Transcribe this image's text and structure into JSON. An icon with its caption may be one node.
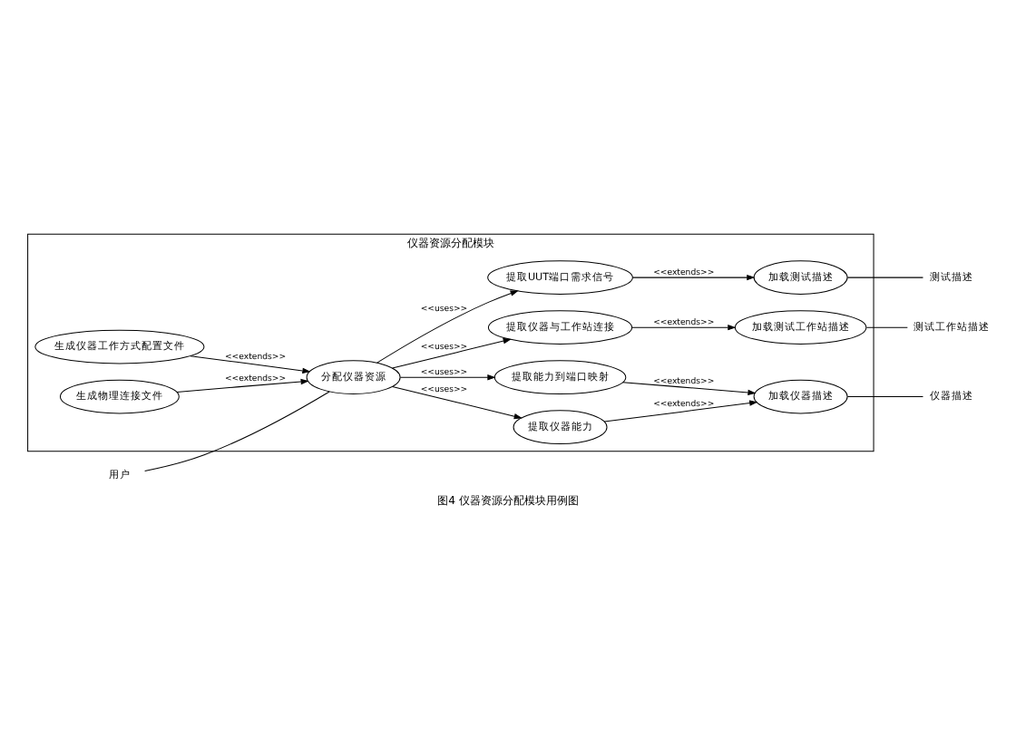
{
  "diagram": {
    "caption": "图4 仪器资源分配模块用例图",
    "nodes": [
      {
        "text": [
          "仪器资源分配模块"
        ]
      },
      {
        "text": [
          "用户"
        ]
      },
      {
        "text": [
          "分配仪器资源"
        ],
        "in": 0
      },
      {
        "text": [
          "提取UUT端口需求信号"
        ],
        "in": 0
      },
      {
        "text": [
          "加载测试描述"
        ],
        "in": 0
      },
      {
        "text": [
          "测试描述"
        ]
      },
      {
        "text": [
          "提取仪器与工作站连接"
        ],
        "in": 0
      },
      {
        "text": [
          "加载测试工作站描述"
        ],
        "in": 0
      },
      {
        "text": [
          "测试工作站描述"
        ]
      },
      {
        "text": [
          "提取仪器能力"
        ],
        "in": 0
      },
      {
        "text": [
          "加载仪器描述"
        ],
        "in": 0
      },
      {
        "text": [
          "仪器描述"
        ]
      },
      {
        "text": [
          "提取能力到端口映射"
        ],
        "in": 0
      },
      {
        "text": [
          "生成仪器工作方式配置文件"
        ],
        "in": 0
      },
      {
        "text": [
          "生成物理连接文件"
        ],
        "in": 0
      }
    ],
    "edges": [
      {
        "from": 1,
        "to": 2,
        "arrow": "none"
      },
      {
        "from": 2,
        "to": 3,
        "arrow": "to",
        "label": "<<uses>>"
      },
      {
        "from": 2,
        "to": 6,
        "arrow": "to",
        "label": "<<uses>>"
      },
      {
        "from": 2,
        "to": 9,
        "arrow": "to",
        "label": "<<uses>>"
      },
      {
        "from": 2,
        "to": 12,
        "arrow": "to",
        "label": "<<uses>>"
      },
      {
        "from": 13,
        "to": 2,
        "arrow": "to",
        "label": "<<extends>>"
      },
      {
        "from": 14,
        "to": 2,
        "arrow": "to",
        "label": "<<extends>>"
      },
      {
        "from": 3,
        "to": 4,
        "arrow": "to",
        "label": "<<extends>>"
      },
      {
        "from": 6,
        "to": 7,
        "arrow": "to",
        "label": "<<extends>>"
      },
      {
        "from": 9,
        "to": 10,
        "arrow": "to",
        "label": "<<extends>>"
      },
      {
        "from": 12,
        "to": 10,
        "arrow": "to",
        "label": "<<extends>>"
      },
      {
        "from": 4,
        "to": 5,
        "arrow": "none"
      },
      {
        "from": 7,
        "to": 8,
        "arrow": "none"
      },
      {
        "from": 10,
        "to": 11,
        "arrow": "none"
      }
    ]
  }
}
